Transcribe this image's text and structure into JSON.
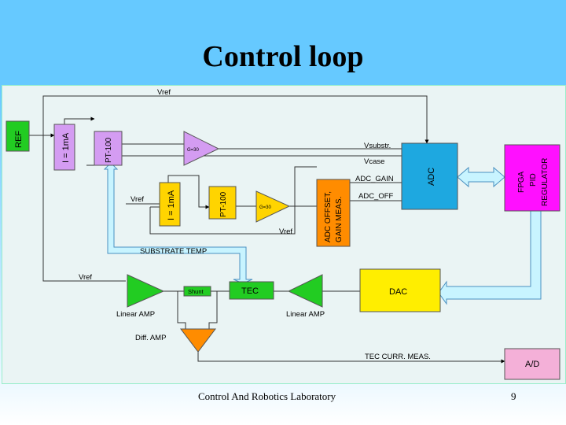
{
  "title": "Control loop",
  "footer": "Control And Robotics Laboratory",
  "page_number": "9",
  "diagram": {
    "blocks": {
      "ref": "REF",
      "current_source_1": "I = 1mA",
      "pt100_1": "PT-100",
      "current_source_2": "I = 1mA",
      "pt100_2": "PT-100",
      "adc_offset_gain": [
        "ADC OFFSET,",
        "GAIN MEAS."
      ],
      "adc": "ADC",
      "fpga": [
        "FPGA",
        "PID",
        "REGULATOR"
      ],
      "dac": "DAC",
      "tec": "TEC",
      "shunt": "Shunt",
      "ad": "A/D"
    },
    "amplifiers": {
      "gain_amp_1": "G=30",
      "gain_amp_2": "G=30",
      "linear_amp_left": "Linear AMP",
      "linear_amp_right": "Linear AMP",
      "diff_amp": "Diff. AMP"
    },
    "signals": {
      "vref_top": "Vref",
      "vref_mid": "Vref",
      "vref_low": "Vref",
      "vref_linear": "Vref",
      "vsubstr": "Vsubstr.",
      "vcase": "Vcase",
      "adc_gain": "ADC_GAIN",
      "adc_off": "ADC_OFF",
      "substrate_temp": "SUBSTRATE TEMP",
      "tec_curr_meas": "TEC CURR. MEAS."
    },
    "colors": {
      "violet": "#d49cf2",
      "yellow": "#ffd400",
      "orange": "#ff8c00",
      "blue": "#1ea8e0",
      "magenta": "#ff10ff",
      "green": "#22cc22",
      "lightblue_arrow": "#c8f4ff",
      "ad_pink": "#f4b0d8"
    }
  }
}
